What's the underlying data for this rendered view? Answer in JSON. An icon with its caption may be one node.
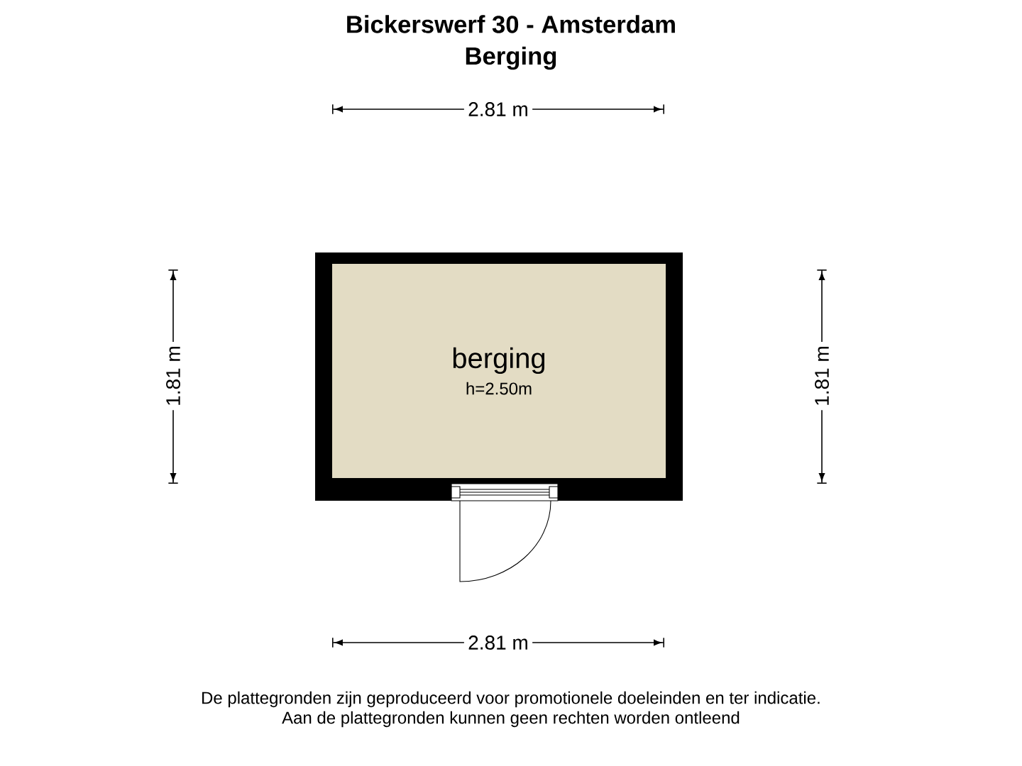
{
  "diagram": {
    "title": "Bickerswerf 30 - Amsterdam",
    "nodes": [
      {
        "text": [
          "berging",
          "h=2.50m"
        ]
      }
    ],
    "labels": [
      "Berging",
      "2.81 m",
      "1.81 m",
      "1.81 m",
      "2.81 m",
      "De plattegronden zijn geproduceerd voor promotionele doeleinden en ter indicatie.",
      "Aan de plattegronden kunnen geen rechten worden ontleend"
    ]
  }
}
